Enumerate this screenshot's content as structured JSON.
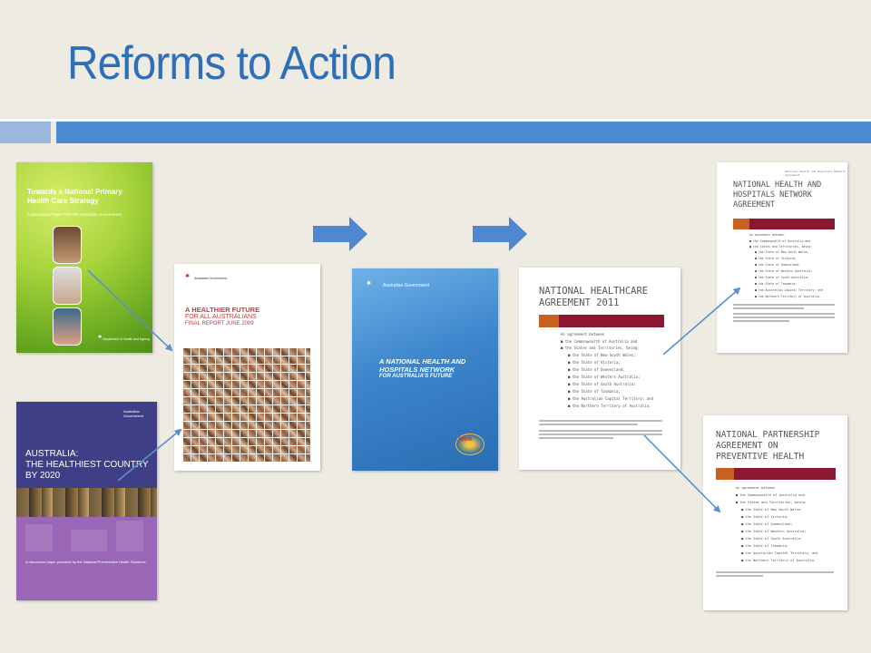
{
  "slide": {
    "title": "Reforms to Action",
    "colors": {
      "title": "#2f6eb8",
      "accent_bar": "#4d8ad4",
      "accent_bar_light": "#9ab8dd",
      "background": "#eeebe2"
    }
  },
  "doc_green": {
    "title": "Towards a National Primary Health Care Strategy",
    "subtitle": "A Discussion Paper from the Australian Government",
    "publisher": "Department of Health and Ageing"
  },
  "doc_purple": {
    "crest_label": "Australian Government",
    "title_line1": "AUSTRALIA:",
    "title_line2": "THE HEALTHIEST COUNTRY",
    "title_line3": "BY 2020",
    "caption": "A discussion paper prepared by the National Preventative Health Taskforce"
  },
  "doc_healthier": {
    "gov": "Australian Government",
    "title_line1": "A HEALTHIER FUTURE",
    "title_line2": "FOR ALL AUSTRALIANS",
    "title_line3": "FINAL REPORT JUNE 2009"
  },
  "doc_blue": {
    "gov": "Australian Government",
    "title_line1": "A NATIONAL HEALTH AND",
    "title_line2": "HOSPITALS NETWORK",
    "title_line3": "FOR AUSTRALIA'S FUTURE",
    "logo": "NHHN"
  },
  "doc_nha": {
    "head_line1": "NATIONAL HEALTHCARE",
    "head_line2": "AGREEMENT 2011",
    "intro": "An agreement between",
    "parties": [
      "the Commonwealth of Australia and",
      "the States and Territories, being:"
    ],
    "states": [
      "the State of New South Wales;",
      "the State of Victoria;",
      "the State of Queensland;",
      "the State of Western Australia;",
      "the State of South Australia;",
      "the State of Tasmania;",
      "the Australian Capital Territory; and",
      "the Northern Territory of Australia."
    ]
  },
  "doc_nhhna": {
    "tiny": "National Health and Hospitals Network Agreement",
    "head_line1": "NATIONAL HEALTH AND",
    "head_line2": "HOSPITALS NETWORK",
    "head_line3": "AGREEMENT",
    "intro": "An agreement between",
    "parties": [
      "the Commonwealth of Australia and",
      "the States and Territories, being:"
    ],
    "states": [
      "the State of New South Wales;",
      "the State of Victoria;",
      "the State of Queensland;",
      "the State of Western Australia;",
      "the State of South Australia;",
      "the State of Tasmania;",
      "the Australian Capital Territory; and",
      "the Northern Territory of Australia."
    ]
  },
  "doc_npa": {
    "head_line1": "NATIONAL PARTNERSHIP",
    "head_line2": "AGREEMENT ON",
    "head_line3": "PREVENTIVE HEALTH",
    "intro": "An agreement between",
    "parties": [
      "the Commonwealth of Australia and",
      "the States and Territories, being:"
    ],
    "states": [
      "the State of New South Wales;",
      "the State of Victoria;",
      "the State of Queensland;",
      "the State of Western Australia;",
      "the State of South Australia;",
      "the State of Tasmania;",
      "the Australian Capital Territory; and",
      "the Northern Territory of Australia."
    ]
  }
}
